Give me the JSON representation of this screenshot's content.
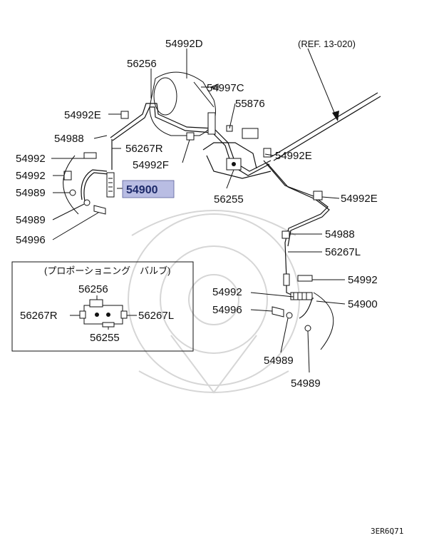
{
  "ref_label": "(REF. 13-020)",
  "footer_code": "3ER6Q71",
  "highlight_color": "#b9bde3",
  "callouts": {
    "c54992D": "54992D",
    "c56256_top": "56256",
    "c54997C": "54997C",
    "c55876": "55876",
    "c54992E_left": "54992E",
    "c54988_left": "54988",
    "c56267R": "56267R",
    "c54992_a": "54992",
    "c54992F": "54992F",
    "c54992E_mid": "54992E",
    "c54992_b": "54992",
    "c54900_sel": "54900",
    "c54989_a": "54989",
    "c56255_top": "56255",
    "c54992E_right": "54992E",
    "c54989_b": "54989",
    "c54988_right": "54988",
    "c54996_left": "54996",
    "c56267L": "56267L",
    "c54992_right": "54992",
    "c54992_mid": "54992",
    "c54900_right": "54900",
    "c54996_right": "54996",
    "c54989_c": "54989",
    "c54989_d": "54989"
  },
  "inset": {
    "title": "(プロポーショニング　バルブ)",
    "top_label": "56256",
    "left_label": "56267R",
    "right_label": "56267L",
    "bottom_label": "56255"
  }
}
